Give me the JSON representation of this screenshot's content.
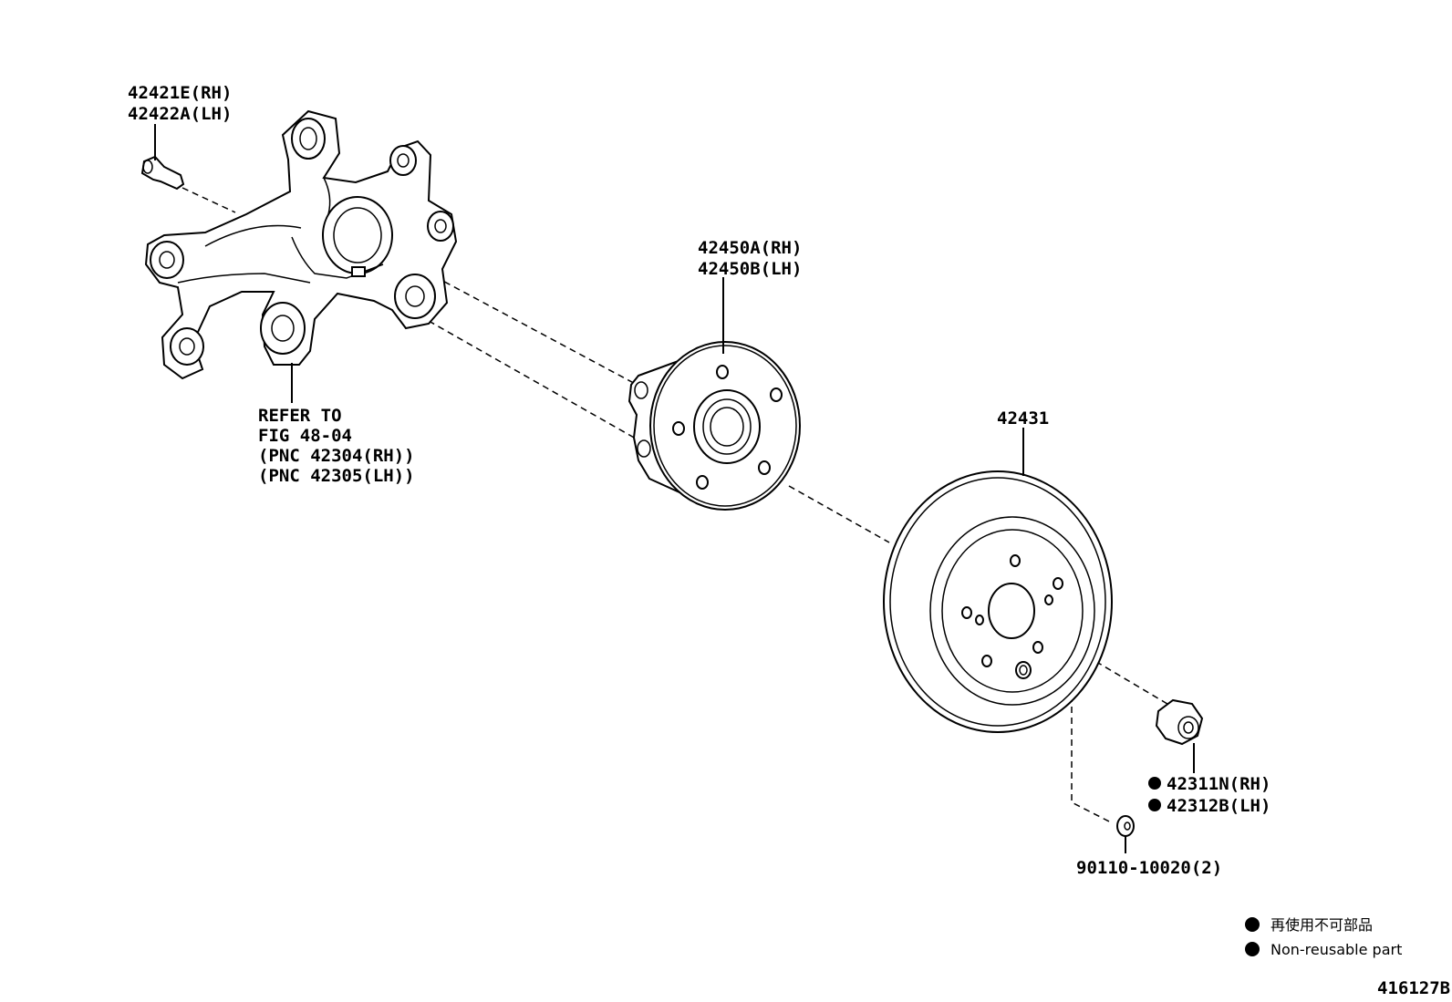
{
  "callouts": {
    "bolt_rh": "42421E(RH)",
    "bolt_lh": "42422A(LH)",
    "refer_line1": "REFER TO",
    "refer_line2": "FIG 48-04",
    "refer_line3": "(PNC 42304(RH))",
    "refer_line4": "(PNC 42305(LH))",
    "hub_rh": "42450A(RH)",
    "hub_lh": "42450B(LH)",
    "disc": "42431",
    "nut_rh": "42311N(RH)",
    "nut_lh": "42312B(LH)",
    "screw": "90110-10020(2)"
  },
  "legend": {
    "japanese": "再使用不可部品",
    "english": "Non-reusable part"
  },
  "figure_id": "416127B",
  "icons": {
    "non_reusable_marker": "filled-circle",
    "legend_marker": "filled-circle"
  }
}
